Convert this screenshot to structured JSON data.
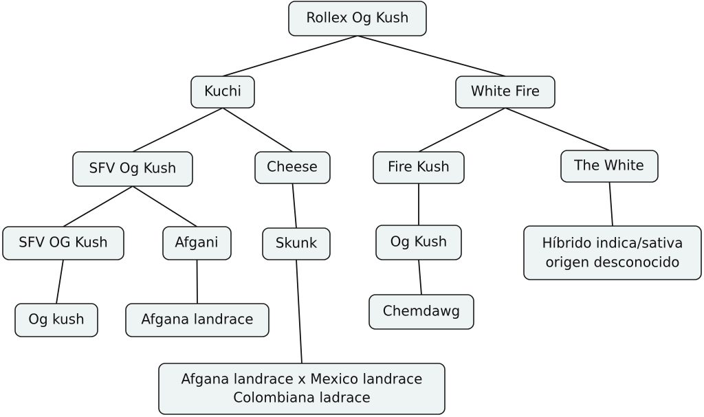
{
  "nodes": {
    "n1": {
      "lines": [
        "Rollex Og Kush"
      ]
    },
    "n2": {
      "lines": [
        "Kuchi"
      ]
    },
    "n3": {
      "lines": [
        "White Fire"
      ]
    },
    "n4": {
      "lines": [
        "SFV Og Kush"
      ]
    },
    "n5": {
      "lines": [
        "Cheese"
      ]
    },
    "n6": {
      "lines": [
        "Fire Kush"
      ]
    },
    "n7": {
      "lines": [
        "The White"
      ]
    },
    "n8": {
      "lines": [
        "SFV OG Kush"
      ]
    },
    "n9": {
      "lines": [
        "Afgani"
      ]
    },
    "n10": {
      "lines": [
        "Skunk"
      ]
    },
    "n11": {
      "lines": [
        "Og Kush"
      ]
    },
    "n12": {
      "lines": [
        "Híbrido indica/sativa",
        "origen desconocido"
      ]
    },
    "n13": {
      "lines": [
        "Og kush"
      ]
    },
    "n14": {
      "lines": [
        "Afgana landrace"
      ]
    },
    "n15": {
      "lines": [
        "Chemdawg"
      ]
    },
    "n16": {
      "lines": [
        "Afgana landrace x Mexico landrace",
        "Colombiana ladrace"
      ]
    }
  },
  "edges": [
    [
      "n1",
      "n2"
    ],
    [
      "n1",
      "n3"
    ],
    [
      "n2",
      "n4"
    ],
    [
      "n2",
      "n5"
    ],
    [
      "n3",
      "n6"
    ],
    [
      "n3",
      "n7"
    ],
    [
      "n4",
      "n8"
    ],
    [
      "n4",
      "n9"
    ],
    [
      "n5",
      "n10"
    ],
    [
      "n6",
      "n11"
    ],
    [
      "n7",
      "n12"
    ],
    [
      "n8",
      "n13"
    ],
    [
      "n9",
      "n14"
    ],
    [
      "n11",
      "n15"
    ],
    [
      "n10",
      "n16"
    ]
  ]
}
